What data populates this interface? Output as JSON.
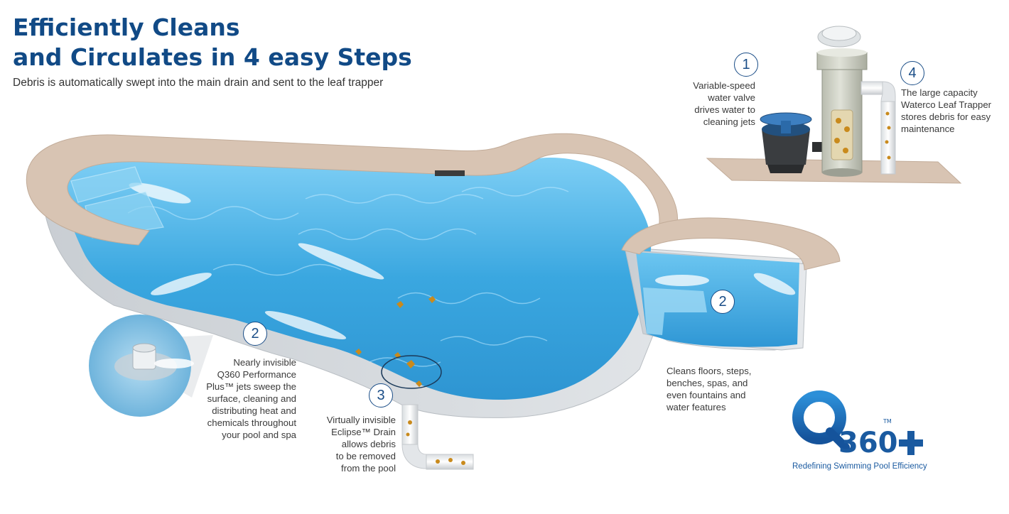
{
  "header": {
    "title_line1": "Efficiently Cleans",
    "title_line2": "and Circulates in 4 easy Steps",
    "subtitle": "Debris is automatically swept into the main drain and sent to the leaf trapper"
  },
  "steps": [
    {
      "number": "1",
      "lines": [
        "Variable-speed",
        "water valve",
        "drives water to",
        "cleaning jets"
      ]
    },
    {
      "number": "2",
      "lines": [
        "Nearly invisible",
        "Q360 Performance",
        "Plus™ jets sweep the",
        "surface, cleaning and",
        "distributing heat and",
        "chemicals throughout",
        "your pool and spa"
      ]
    },
    {
      "number": "3",
      "lines": [
        "Virtually invisible",
        "Eclipse™ Drain",
        "allows debris",
        "to be removed",
        "from the pool"
      ]
    },
    {
      "number": "4",
      "lines": [
        "The large capacity",
        "Waterco Leaf Trapper",
        "stores debris for easy",
        "maintenance"
      ]
    },
    {
      "number": "2",
      "lines": [
        "Cleans floors, steps,",
        "benches, spas, and",
        "even fountains and",
        "water features"
      ]
    }
  ],
  "brand": {
    "logo_text": "360",
    "logo_letter": "Q",
    "logo_tm": "TM",
    "tagline": "Redefining Swimming Pool Efficiency"
  },
  "colors": {
    "title": "#114a86",
    "step_circle": "#1a4d87",
    "water": "#3aa7e0",
    "coping": "#d8c4b3",
    "pool_wall": "#d3d8dc"
  },
  "icons": [
    "variable-speed-valve-icon",
    "leaf-trapper-icon",
    "jet-nozzle-icon",
    "drain-pipe-icon",
    "leaf-icon"
  ]
}
